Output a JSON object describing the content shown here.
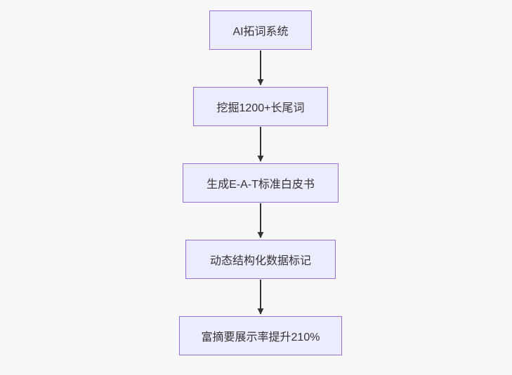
{
  "diagram": {
    "type": "flowchart",
    "direction": "top-down",
    "nodes": [
      {
        "id": "n1",
        "label": "AI拓词系统"
      },
      {
        "id": "n2",
        "label": "挖掘1200+长尾词"
      },
      {
        "id": "n3",
        "label": "生成E-A-T标准白皮书"
      },
      {
        "id": "n4",
        "label": "动态结构化数据标记"
      },
      {
        "id": "n5",
        "label": "富摘要展示率提升210%"
      }
    ],
    "edges": [
      {
        "from": "n1",
        "to": "n2"
      },
      {
        "from": "n2",
        "to": "n3"
      },
      {
        "from": "n3",
        "to": "n4"
      },
      {
        "from": "n4",
        "to": "n5"
      }
    ],
    "colors": {
      "node_fill": "#ECECFF",
      "node_border": "#9370DB",
      "arrow": "#333333",
      "text": "#333333",
      "background": "#F8F8F8"
    }
  }
}
